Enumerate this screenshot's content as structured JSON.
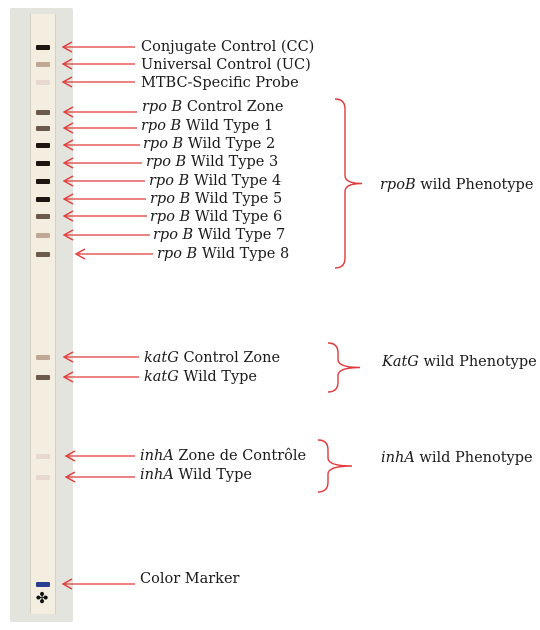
{
  "colors": {
    "arrow": "#e03a3a",
    "strip": "#f4eee1",
    "band_dark": "#1c1510",
    "band_medium": "#6b5a4b",
    "band_light": "#bfa996",
    "band_faint": "#e7d9cf",
    "color_marker": "#2b3f91"
  },
  "strip": {
    "bands": [
      {
        "name": "conjugate-control",
        "intensity": "dark"
      },
      {
        "name": "universal-control",
        "intensity": "light"
      },
      {
        "name": "mtbc-probe",
        "intensity": "faint"
      },
      {
        "name": "rpob-control-zone",
        "intensity": "medium"
      },
      {
        "name": "rpob-wt1",
        "intensity": "medium"
      },
      {
        "name": "rpob-wt2",
        "intensity": "dark"
      },
      {
        "name": "rpob-wt3",
        "intensity": "dark"
      },
      {
        "name": "rpob-wt4",
        "intensity": "dark"
      },
      {
        "name": "rpob-wt5",
        "intensity": "dark"
      },
      {
        "name": "rpob-wt6",
        "intensity": "medium"
      },
      {
        "name": "rpob-wt7",
        "intensity": "light"
      },
      {
        "name": "rpob-wt8",
        "intensity": "medium"
      },
      {
        "name": "katg-control-zone",
        "intensity": "light"
      },
      {
        "name": "katg-wild-type",
        "intensity": "medium"
      },
      {
        "name": "inha-control-zone",
        "intensity": "faint"
      },
      {
        "name": "inha-wild-type",
        "intensity": "faint"
      },
      {
        "name": "color-marker",
        "intensity": "marker"
      }
    ]
  },
  "labels": {
    "conjugate_control": "Conjugate Control (CC)",
    "universal_control": "Universal Control (UC)",
    "mtbc_probe": "MTBC-Specific Probe",
    "rpob_gene": "rpo B",
    "rpob_control_zone": "Control Zone",
    "rpob_wt1": "Wild Type 1",
    "rpob_wt2": "Wild Type 2",
    "rpob_wt3": "Wild Type 3",
    "rpob_wt4": "Wild Type 4",
    "rpob_wt5": "Wild Type 5",
    "rpob_wt6": "Wild Type 6",
    "rpob_wt7": "Wild Type 7",
    "rpob_wt8": "Wild Type 8",
    "katg_gene": "katG",
    "katg_control_zone": "Control Zone",
    "katg_wild_type": "Wild Type",
    "inha_gene": "inhA",
    "inha_control_zone": "Zone de Contrôle",
    "inha_wild_type": "Wild Type",
    "color_marker": "Color Marker"
  },
  "phenotypes": {
    "rpob_gene": "rpoB",
    "rpob_text": "wild Phenotype",
    "katg_gene": "KatG",
    "katg_text": "wild Phenotype",
    "inha_gene": "inhA",
    "inha_text": "wild Phenotype"
  }
}
